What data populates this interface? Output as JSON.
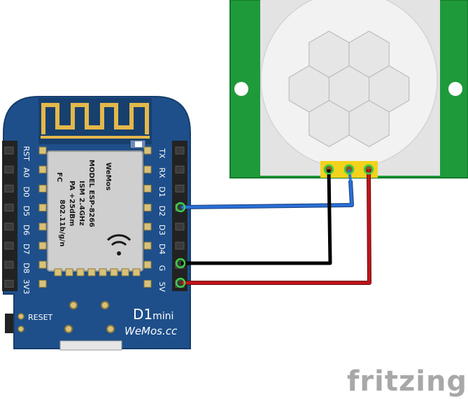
{
  "board": {
    "left_pins": [
      "RST",
      "A0",
      "D0",
      "D5",
      "D6",
      "D7",
      "D8",
      "3V3"
    ],
    "right_pins": [
      "TX",
      "RX",
      "D1",
      "D2",
      "D3",
      "D4",
      "G",
      "5V"
    ],
    "reset_label": "RESET",
    "model_text": "D1",
    "model_suffix": "mini",
    "brand_text": "WeMos.cc",
    "module": {
      "fc": "FC",
      "lines": [
        "MODEL  ESP-8266",
        "ISM 2.4GHz",
        "PA +25dBm",
        "802.11b/g/n"
      ],
      "logo": "WeMos"
    },
    "colors": {
      "pcb": "#1e4f8a",
      "header": "#222222"
    }
  },
  "pir_sensor": {
    "colors": {
      "pcb": "#1f9a3a",
      "dome": "#f0f0f0"
    }
  },
  "wires": [
    {
      "name": "signal-wire",
      "from": "D2",
      "to": "pir-out",
      "color": "#2a6fd6"
    },
    {
      "name": "ground-wire",
      "from": "G",
      "to": "pir-gnd",
      "color": "#111111"
    },
    {
      "name": "power-wire",
      "from": "5V",
      "to": "pir-vcc",
      "color": "#c0141a"
    }
  ],
  "watermark": "fritzing"
}
